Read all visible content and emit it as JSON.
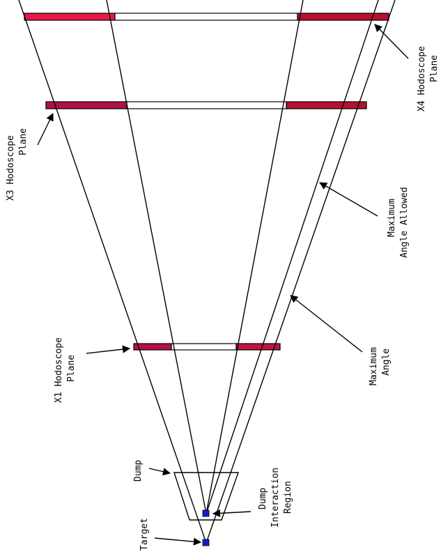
{
  "labels": {
    "x3_line1": "X3 Hodoscope",
    "x3_line2": "Plane",
    "x4_line1": "X4 Hodoscope",
    "x4_line2": "Plane",
    "max_allowed_line1": "Maximum",
    "max_allowed_line2": "Angle Allowed",
    "x1_line1": "X1 Hodoscope",
    "x1_line2": "Plane",
    "max_angle_line1": "Maximum",
    "max_angle_line2": "Angle",
    "dump": "Dump",
    "dir_line1": "Dump",
    "dir_line2": "Interaction",
    "dir_line3": "Region",
    "target": "Target"
  },
  "colors": {
    "line": "#000000",
    "hodoscope_x4_left": "#e8184a",
    "hodoscope_x4_right": "#b8102e",
    "hodoscope_x3_left": "#b0104a",
    "hodoscope_x3_right": "#b81030",
    "hodoscope_x1_left": "#b8104a",
    "hodoscope_x1_right": "#c01440",
    "target": "#1a1acc",
    "background": "#ffffff"
  }
}
